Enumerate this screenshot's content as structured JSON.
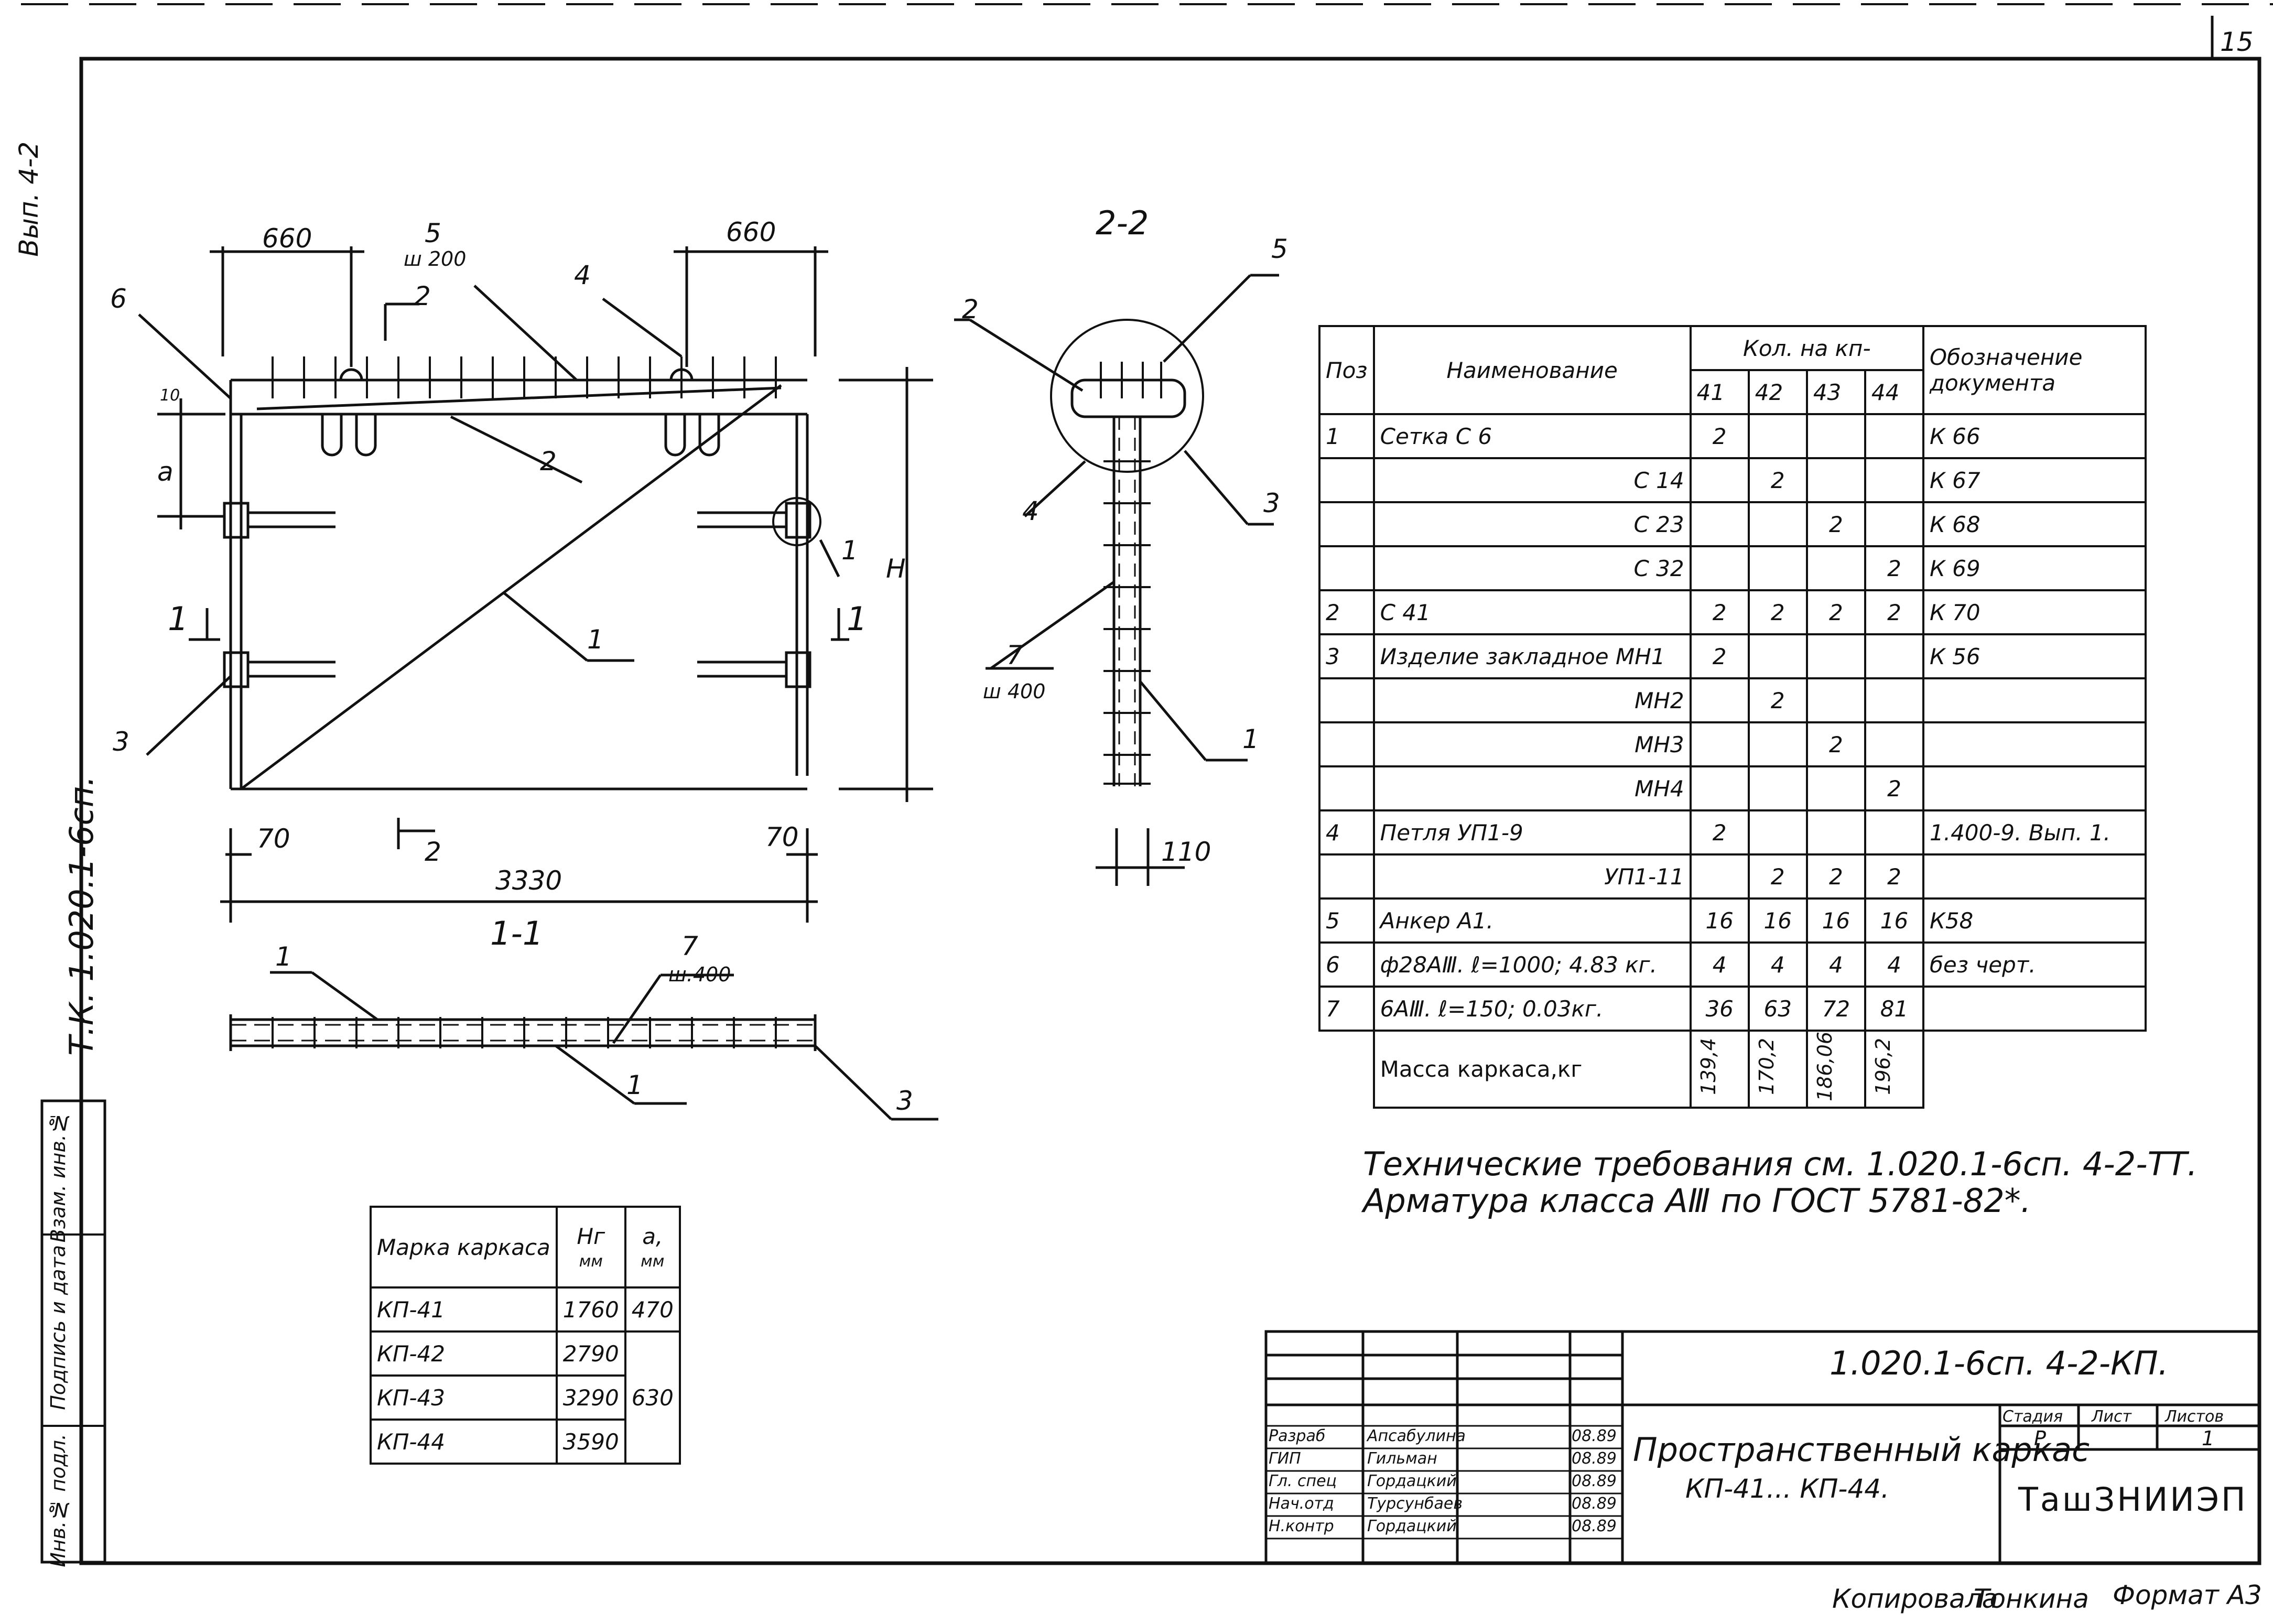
{
  "sheet": {
    "page_number": "15",
    "issue": "Вып. 4-2",
    "series_code": "Т.К. 1.020.1-6сп.",
    "copied_by": "Копировала",
    "copier": "Тонкина",
    "format": "Формат А3"
  },
  "side_stamp": {
    "inv_podl": "Инв.№ подл.",
    "podpis_data": "Подпись и дата",
    "vzam_inv": "Взам. инв.№"
  },
  "drawing": {
    "section_2_2": "2-2",
    "section_1_1": "1-1",
    "dims": {
      "d660_left": "660",
      "d660_right": "660",
      "d5_step": "ш 200",
      "d3330": "3330",
      "d70_left": "70",
      "d70_right": "70",
      "d110": "110",
      "d10": "10",
      "a": "a",
      "H": "Н",
      "step400": "ш 400",
      "step400b": "ш.400"
    },
    "leaders": {
      "n1": "1",
      "n2": "2",
      "n3": "3",
      "n4": "4",
      "n5": "5",
      "n6": "6",
      "n7": "7"
    },
    "cut_marks": {
      "c1": "1",
      "c2": "2"
    }
  },
  "spec_table": {
    "headers": {
      "pos": "Поз",
      "name": "Наименование",
      "qty": "Кол. на кп-",
      "doc": "Обозначение документа",
      "k41": "41",
      "k42": "42",
      "k43": "43",
      "k44": "44"
    },
    "rows": [
      {
        "pos": "1",
        "name": "Сетка  С 6",
        "q41": "2",
        "q42": "",
        "q43": "",
        "q44": "",
        "doc": "К 66"
      },
      {
        "pos": "",
        "name": "С 14",
        "q41": "",
        "q42": "2",
        "q43": "",
        "q44": "",
        "doc": "К 67"
      },
      {
        "pos": "",
        "name": "С 23",
        "q41": "",
        "q42": "",
        "q43": "2",
        "q44": "",
        "doc": "К 68"
      },
      {
        "pos": "",
        "name": "С 32",
        "q41": "",
        "q42": "",
        "q43": "",
        "q44": "2",
        "doc": "К 69"
      },
      {
        "pos": "2",
        "name": "С 41",
        "q41": "2",
        "q42": "2",
        "q43": "2",
        "q44": "2",
        "doc": "К 70"
      },
      {
        "pos": "3",
        "name": "Изделие закладное  МН1",
        "q41": "2",
        "q42": "",
        "q43": "",
        "q44": "",
        "doc": "К 56"
      },
      {
        "pos": "",
        "name": "МН2",
        "q41": "",
        "q42": "2",
        "q43": "",
        "q44": "",
        "doc": ""
      },
      {
        "pos": "",
        "name": "МН3",
        "q41": "",
        "q42": "",
        "q43": "2",
        "q44": "",
        "doc": ""
      },
      {
        "pos": "",
        "name": "МН4",
        "q41": "",
        "q42": "",
        "q43": "",
        "q44": "2",
        "doc": ""
      },
      {
        "pos": "4",
        "name": "Петля  УП1-9",
        "q41": "2",
        "q42": "",
        "q43": "",
        "q44": "",
        "doc": "1.400-9. Вып. 1."
      },
      {
        "pos": "",
        "name": "УП1-11",
        "q41": "",
        "q42": "2",
        "q43": "2",
        "q44": "2",
        "doc": ""
      },
      {
        "pos": "5",
        "name": "Анкер А1.",
        "q41": "16",
        "q42": "16",
        "q43": "16",
        "q44": "16",
        "doc": "К58"
      },
      {
        "pos": "6",
        "name": "ф28АⅢ.  ℓ=1000;  4.83 кг.",
        "q41": "4",
        "q42": "4",
        "q43": "4",
        "q44": "4",
        "doc": "без черт."
      },
      {
        "pos": "7",
        "name": "6АⅢ.  ℓ=150;  0.03кг.",
        "q41": "36",
        "q42": "63",
        "q43": "72",
        "q44": "81",
        "doc": ""
      }
    ],
    "mass_label": "Масса каркаса,кг",
    "mass": {
      "m41": "139,4",
      "m42": "170,2",
      "m43": "186,06",
      "m44": "196,2"
    }
  },
  "notes": {
    "line1": "Технические  требования  см.  1.020.1-6сп. 4-2-ТТ.",
    "line2": "Арматура  класса  АⅢ  по  ГОСТ 5781-82*."
  },
  "mark_table": {
    "headers": {
      "mark": "Марка каркаса",
      "h": "Нг",
      "h_unit": "мм",
      "a": "а,",
      "a_unit": "мм"
    },
    "rows": [
      {
        "mark": "КП-41",
        "h": "1760",
        "a": "470"
      },
      {
        "mark": "КП-42",
        "h": "2790",
        "a": ""
      },
      {
        "mark": "КП-43",
        "h": "3290",
        "a": "630"
      },
      {
        "mark": "КП-44",
        "h": "3590",
        "a": ""
      }
    ]
  },
  "title_block": {
    "code": "1.020.1-6сп. 4-2-КП.",
    "title_line1": "Пространственный каркас",
    "title_line2": "КП-41... КП-44.",
    "stage_label": "Стадия",
    "sheet_label": "Лист",
    "sheets_label": "Листов",
    "stage": "Р",
    "sheets": "1",
    "org": "ТашЗНИИЭП",
    "people": [
      {
        "role": "Разраб",
        "name": "Апсабулина",
        "date": "08.89"
      },
      {
        "role": "ГИП",
        "name": "Гильман",
        "date": "08.89"
      },
      {
        "role": "Гл. спец",
        "name": "Гордацкий",
        "date": "08.89"
      },
      {
        "role": "Нач.отд",
        "name": "Турсунбаев",
        "date": "08.89"
      },
      {
        "role": "Н.контр",
        "name": "Гордацкий",
        "date": "08.89"
      }
    ]
  }
}
